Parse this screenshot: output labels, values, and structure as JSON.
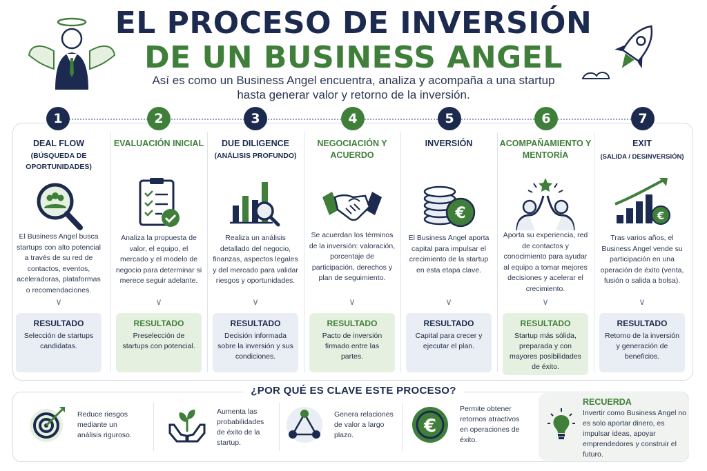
{
  "header": {
    "title_line1": "EL PROCESO DE INVERSIÓN",
    "title_line2": "DE UN BUSINESS ANGEL",
    "subtitle": "Así es como un Business Angel encuentra, analiza y acompaña a una startup hasta generar valor y retorno de la inversión."
  },
  "colors": {
    "navy": "#1b2a4e",
    "green": "#3f7f3a"
  },
  "steps": [
    {
      "number": "1",
      "color": "navy",
      "title": "DEAL FLOW",
      "subtitle": "(BÚSQUEDA DE OPORTUNIDADES)",
      "icon": "magnifier-people-icon",
      "description": "El Business Angel busca startups con alto potencial a través de su red de contactos, eventos, aceleradoras, plataformas o recomendaciones.",
      "result_label": "RESULTADO",
      "result_text": "Selección de startups candidatas."
    },
    {
      "number": "2",
      "color": "green",
      "title": "EVALUACIÓN INICIAL",
      "subtitle": "",
      "icon": "checklist-icon",
      "description": "Analiza la propuesta de valor, el equipo, el mercado y el modelo de negocio para determinar si merece seguir adelante.",
      "result_label": "RESULTADO",
      "result_text": "Preselección de startups con potencial."
    },
    {
      "number": "3",
      "color": "navy",
      "title": "DUE DILIGENCE",
      "subtitle": "(ANÁLISIS PROFUNDO)",
      "icon": "bar-chart-magnifier-icon",
      "description": "Realiza un análisis detallado del negocio, finanzas, aspectos legales y del mercado para validar riesgos y oportunidades.",
      "result_label": "RESULTADO",
      "result_text": "Decisión informada sobre la inversión y sus condiciones."
    },
    {
      "number": "4",
      "color": "green",
      "title": "NEGOCIACIÓN Y ACUERDO",
      "subtitle": "",
      "icon": "handshake-icon",
      "description": "Se acuerdan los términos de la inversión: valoración, porcentaje de participación, derechos y plan de seguimiento.",
      "result_label": "RESULTADO",
      "result_text": "Pacto de inversión firmado entre las partes."
    },
    {
      "number": "5",
      "color": "navy",
      "title": "INVERSIÓN",
      "subtitle": "",
      "icon": "coins-euro-icon",
      "description": "El Business Angel aporta capital para impulsar el crecimiento de la startup en esta etapa clave.",
      "result_label": "RESULTADO",
      "result_text": "Capital para crecer y ejecutar el plan."
    },
    {
      "number": "6",
      "color": "green",
      "title": "ACOMPAÑAMIENTO Y MENTORÍA",
      "subtitle": "",
      "icon": "high-five-star-icon",
      "description": "Aporta su experiencia, red de contactos y conocimiento para ayudar al equipo a tomar mejores decisiones y acelerar el crecimiento.",
      "result_label": "RESULTADO",
      "result_text": "Startup más sólida, preparada y con mayores posibilidades de éxito."
    },
    {
      "number": "7",
      "color": "navy",
      "title": "EXIT",
      "subtitle": "(SALIDA / DESINVERSIÓN)",
      "icon": "growth-chart-euro-icon",
      "description": "Tras varios años, el Business Angel vende su participación en una operación de éxito (venta, fusión o salida a bolsa).",
      "result_label": "RESULTADO",
      "result_text": "Retorno de la inversión y generación de beneficios."
    }
  ],
  "why": {
    "title": "¿POR QUÉ ES CLAVE ESTE PROCESO?",
    "items": [
      {
        "icon": "target-icon",
        "text": "Reduce riesgos mediante un análisis riguroso."
      },
      {
        "icon": "plant-hands-icon",
        "text": "Aumenta las probabilidades de éxito de la startup."
      },
      {
        "icon": "network-icon",
        "text": "Genera relaciones de valor a largo plazo."
      },
      {
        "icon": "euro-coin-icon",
        "text": "Permite obtener retornos atractivos en operaciones de éxito."
      }
    ],
    "reminder": {
      "icon": "lightbulb-icon",
      "title": "RECUERDA",
      "text": "Invertir como Business Angel no es solo aportar dinero, es impulsar ideas, apoyar emprendedores y construir el futuro."
    }
  }
}
